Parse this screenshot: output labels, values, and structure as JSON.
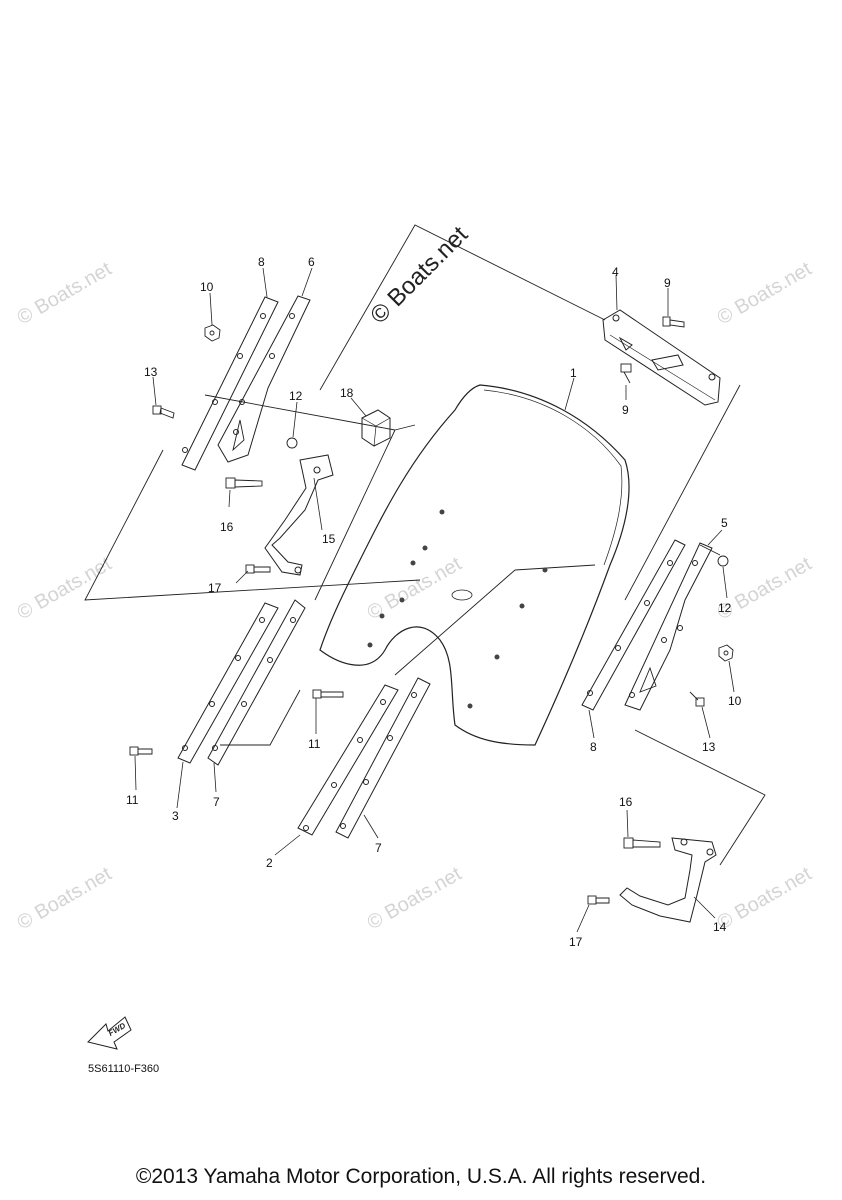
{
  "watermark": {
    "large": "© Boats.net",
    "small": "© Boats.net"
  },
  "callouts": {
    "c1": "1",
    "c2": "2",
    "c3": "3",
    "c4": "4",
    "c5": "5",
    "c6": "6",
    "c7a": "7",
    "c7b": "7",
    "c8a": "8",
    "c8b": "8",
    "c9a": "9",
    "c9b": "9",
    "c10a": "10",
    "c10b": "10",
    "c11a": "11",
    "c11b": "11",
    "c12a": "12",
    "c12b": "12",
    "c13a": "13",
    "c13b": "13",
    "c14": "14",
    "c15": "15",
    "c16a": "16",
    "c16b": "16",
    "c17a": "17",
    "c17b": "17",
    "c18": "18"
  },
  "fwd_label": "FWD",
  "diagram_code": "5S61110-F360",
  "copyright": "©2013 Yamaha Motor Corporation, U.S.A. All rights reserved."
}
